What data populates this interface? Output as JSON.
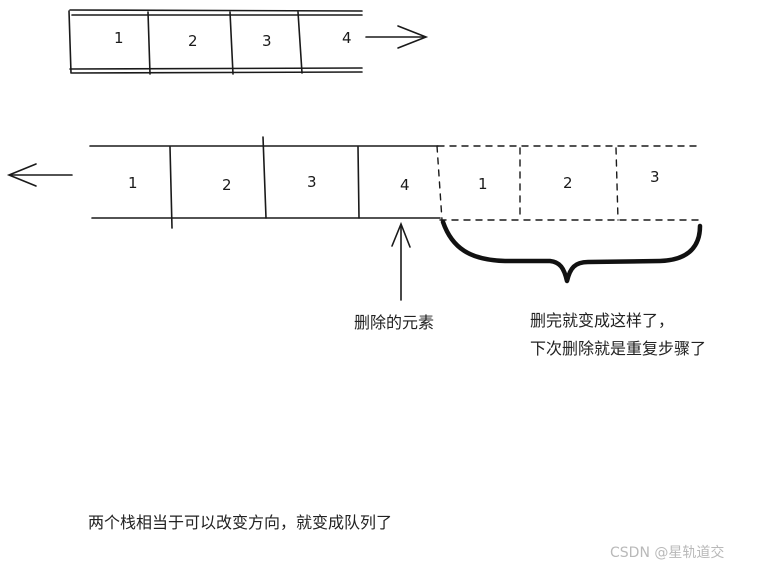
{
  "top_stack": {
    "cells": [
      "1",
      "2",
      "3",
      "4"
    ],
    "arrow_direction": "right"
  },
  "bottom_queue": {
    "solid_cells": [
      "1",
      "2",
      "3",
      "4"
    ],
    "dashed_cells": [
      "1",
      "2",
      "3"
    ],
    "left_arrow_direction": "left"
  },
  "annotations": {
    "deleted_element": "删除的元素",
    "after_delete_line1": "删完就变成这样了，",
    "after_delete_line2": "下次删除就是重复步骤了"
  },
  "summary": "两个栈相当于可以改变方向，就变成队列了",
  "watermark": "CSDN @星轨道交",
  "colors": {
    "ink": "#1a1a1a",
    "text": "#222222",
    "watermark": "#b9b9b9",
    "background": "#ffffff"
  }
}
